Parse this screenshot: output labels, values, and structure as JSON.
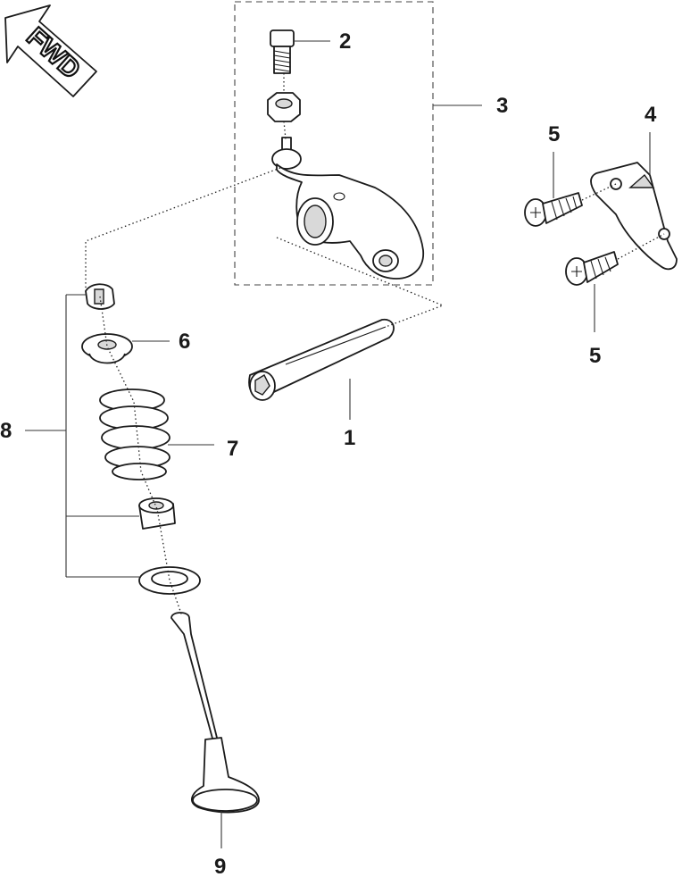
{
  "fwd_badge": {
    "text": "FWD"
  },
  "callouts": [
    {
      "id": "1",
      "label": "1"
    },
    {
      "id": "2",
      "label": "2"
    },
    {
      "id": "3",
      "label": "3"
    },
    {
      "id": "4",
      "label": "4"
    },
    {
      "id": "5a",
      "label": "5"
    },
    {
      "id": "5b",
      "label": "5"
    },
    {
      "id": "6",
      "label": "6"
    },
    {
      "id": "7",
      "label": "7"
    },
    {
      "id": "8",
      "label": "8"
    },
    {
      "id": "9",
      "label": "9"
    }
  ]
}
